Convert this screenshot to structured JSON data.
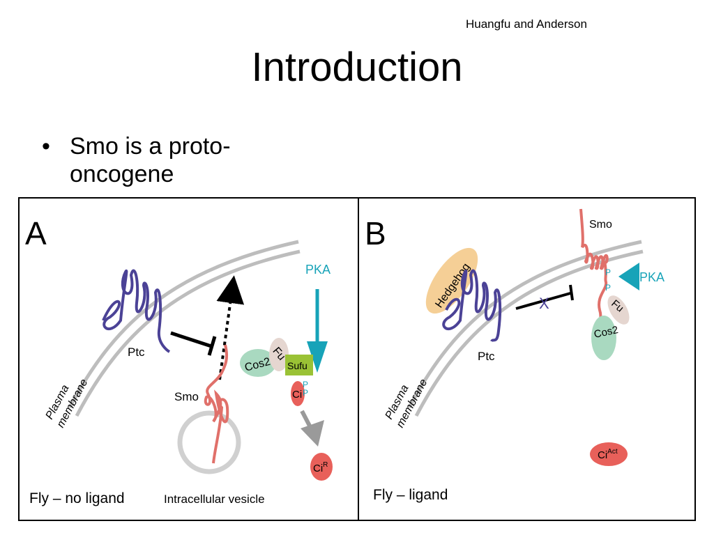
{
  "slide": {
    "credit": "Huangfu and Anderson",
    "title": "Introduction",
    "bullet_symbol": "•",
    "bullet": "Smo is a proto-oncogene"
  },
  "figure": {
    "panel_a": {
      "letter": "A",
      "membrane_label_1": "Plasma",
      "membrane_label_2": "membrane",
      "ptc": "Ptc",
      "smo": "Smo",
      "pka": "PKA",
      "cos2": "Cos2",
      "fu": "Fu",
      "sufu": "Sufu",
      "ci": "Ci",
      "p1": "P",
      "p2": "P",
      "cir": "Ci",
      "cir_sup": "R",
      "vesicle": "Intracellular vesicle",
      "caption": "Fly – no ligand"
    },
    "panel_b": {
      "letter": "B",
      "membrane_label_1": "Plasma",
      "membrane_label_2": "membrane",
      "hedgehog": "Hedgehog",
      "ptc": "Ptc",
      "smo": "Smo",
      "pka": "PKA",
      "p1": "P",
      "p2": "P",
      "fu": "Fu",
      "cos2": "Cos2",
      "ciact": "Ci",
      "ciact_sup": "Act",
      "caption": "Fly – ligand"
    },
    "colors": {
      "ptc": "#4b4296",
      "smo": "#e0706a",
      "membrane": "#bdbdbd",
      "pka": "#17a3b8",
      "cos2": "#a9d9c0",
      "fu": "#e5d6d0",
      "sufu": "#9ac235",
      "ci": "#e8605a",
      "hedgehog": "#f5cf96",
      "grey_arrow": "#9a9a9a"
    }
  }
}
